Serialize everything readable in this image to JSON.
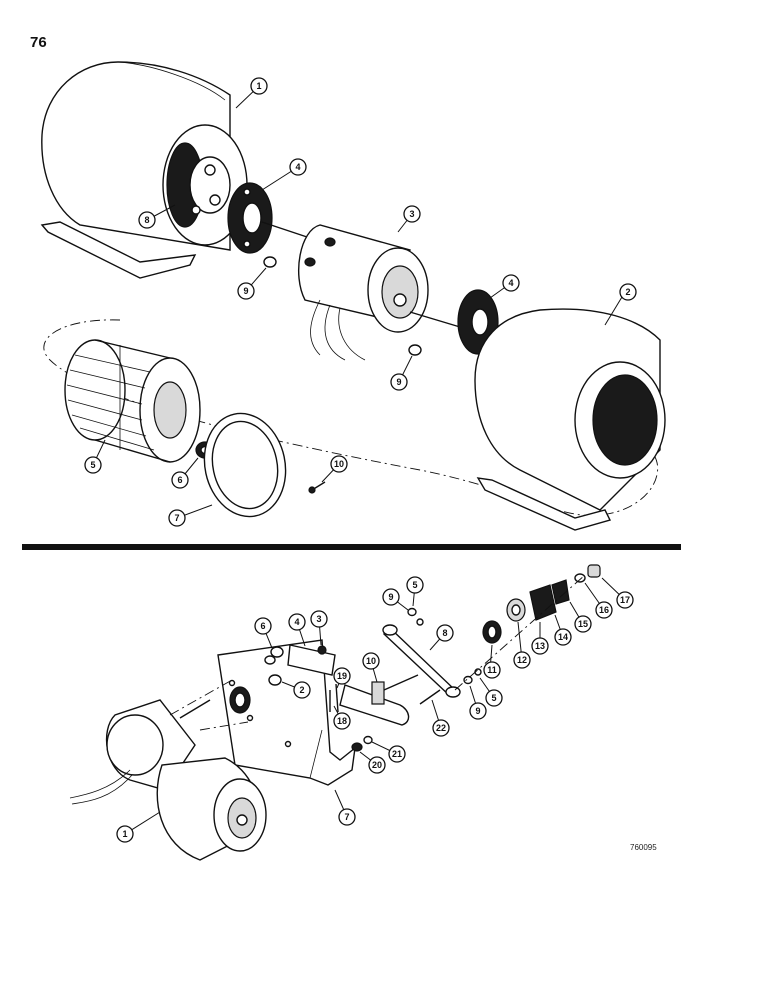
{
  "page": {
    "number": "76",
    "figure_id": "760095"
  },
  "upper_assembly": {
    "callouts": [
      "1",
      "2",
      "3",
      "4",
      "4",
      "5",
      "6",
      "7",
      "8",
      "9",
      "9",
      "10"
    ]
  },
  "lower_assembly": {
    "callouts": [
      "1",
      "2",
      "3",
      "4",
      "5",
      "5",
      "6",
      "7",
      "8",
      "9",
      "9",
      "10",
      "11",
      "12",
      "13",
      "14",
      "15",
      "16",
      "17",
      "18",
      "19",
      "20",
      "21",
      "22"
    ]
  }
}
